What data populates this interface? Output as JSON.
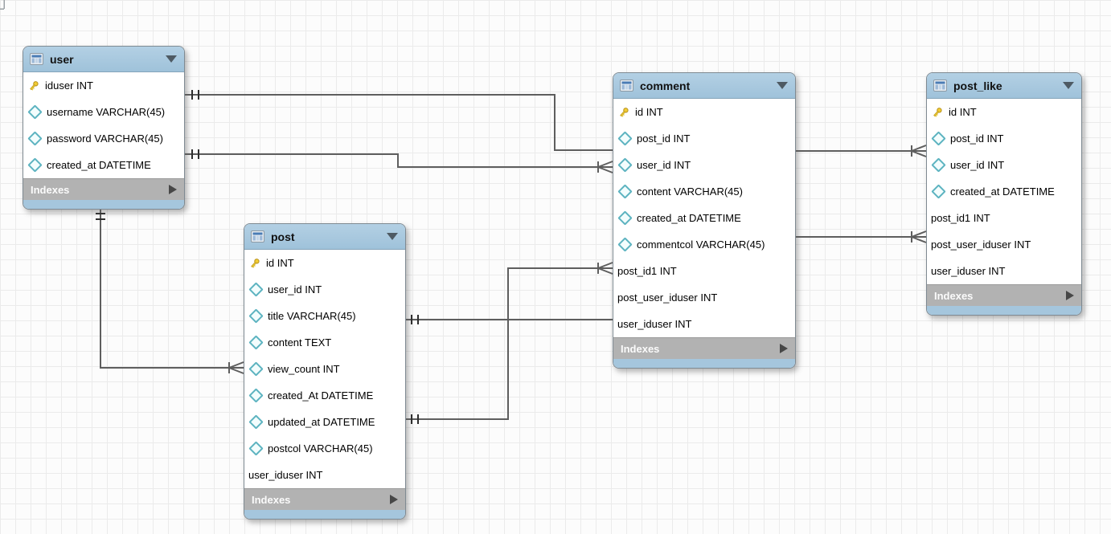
{
  "tables": [
    {
      "name": "user",
      "footer_label": "Indexes",
      "columns": [
        {
          "icon": "primary-key",
          "label": "iduser INT"
        },
        {
          "icon": "column",
          "label": "username VARCHAR(45)"
        },
        {
          "icon": "column",
          "label": "password VARCHAR(45)"
        },
        {
          "icon": "column",
          "label": "created_at DATETIME"
        }
      ]
    },
    {
      "name": "post",
      "footer_label": "Indexes",
      "columns": [
        {
          "icon": "primary-key",
          "label": "id INT"
        },
        {
          "icon": "column",
          "label": "user_id INT"
        },
        {
          "icon": "column",
          "label": "title VARCHAR(45)"
        },
        {
          "icon": "column",
          "label": "content TEXT"
        },
        {
          "icon": "column",
          "label": "view_count INT"
        },
        {
          "icon": "column",
          "label": "created_At DATETIME"
        },
        {
          "icon": "column",
          "label": "updated_at DATETIME"
        },
        {
          "icon": "column",
          "label": "postcol VARCHAR(45)"
        },
        {
          "icon": "none",
          "label": "user_iduser INT"
        }
      ]
    },
    {
      "name": "comment",
      "footer_label": "Indexes",
      "columns": [
        {
          "icon": "primary-key",
          "label": "id INT"
        },
        {
          "icon": "column",
          "label": "post_id INT"
        },
        {
          "icon": "column",
          "label": "user_id INT"
        },
        {
          "icon": "column",
          "label": "content VARCHAR(45)"
        },
        {
          "icon": "column",
          "label": "created_at DATETIME"
        },
        {
          "icon": "column",
          "label": "commentcol VARCHAR(45)"
        },
        {
          "icon": "none",
          "label": "post_id1 INT"
        },
        {
          "icon": "none",
          "label": "post_user_iduser INT"
        },
        {
          "icon": "none",
          "label": "user_iduser INT"
        }
      ]
    },
    {
      "name": "post_like",
      "footer_label": "Indexes",
      "columns": [
        {
          "icon": "primary-key",
          "label": "id INT"
        },
        {
          "icon": "column",
          "label": "post_id INT"
        },
        {
          "icon": "column",
          "label": "user_id INT"
        },
        {
          "icon": "column",
          "label": "created_at DATETIME"
        },
        {
          "icon": "none",
          "label": "post_id1 INT"
        },
        {
          "icon": "none",
          "label": "post_user_iduser INT"
        },
        {
          "icon": "none",
          "label": "user_iduser INT"
        }
      ]
    }
  ],
  "relationships": [
    {
      "from": "user",
      "to": "comment",
      "from_marker": "mandatory-one",
      "to_marker": "plain"
    },
    {
      "from": "user",
      "to": "comment",
      "from_marker": "mandatory-one",
      "to_marker": "many"
    },
    {
      "from": "user",
      "to": "post",
      "from_marker": "mandatory-one",
      "to_marker": "many"
    },
    {
      "from": "post",
      "to": "comment",
      "from_marker": "mandatory-one",
      "to_marker": "plain"
    },
    {
      "from": "post",
      "to": "comment",
      "from_marker": "mandatory-one",
      "to_marker": "many"
    },
    {
      "from": "comment",
      "to": "post_like",
      "from_marker": "plain",
      "to_marker": "many"
    },
    {
      "from": "comment",
      "to": "post_like",
      "from_marker": "plain",
      "to_marker": "many"
    }
  ],
  "colors": {
    "table_header_blue": "#a5c6dd",
    "indexes_bar_gray": "#b2b2b2",
    "table_body": "#ffffff",
    "primary_key_yellow": "#e9c72f",
    "column_diamond_teal": "#5cb3c0",
    "connector_gray": "#5e5e5e",
    "grid_line": "#ebebeb",
    "canvas_bg": "#fcfcfc"
  }
}
